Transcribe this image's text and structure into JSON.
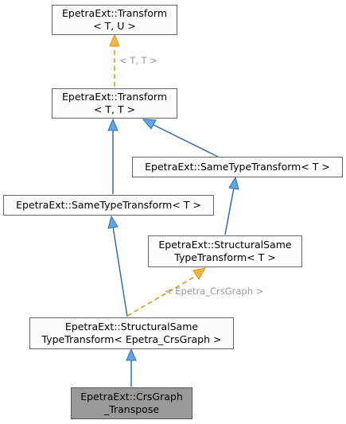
{
  "nodes": {
    "transform_tu": {
      "line1": "EpetraExt::Transform",
      "line2": "< T, U >"
    },
    "transform_tt": {
      "line1": "EpetraExt::Transform",
      "line2": "< T, T >"
    },
    "same_type_right": {
      "line1": "EpetraExt::SameTypeTransform< T >"
    },
    "same_type_left": {
      "line1": "EpetraExt::SameTypeTransform< T >"
    },
    "structural_same_t": {
      "line1": "EpetraExt::StructuralSame",
      "line2": "TypeTransform< T >"
    },
    "structural_same_crs": {
      "line1": "EpetraExt::StructuralSame",
      "line2": "TypeTransform< Epetra_CrsGraph >"
    },
    "crsgraph_transpose": {
      "line1": "EpetraExt::CrsGraph",
      "line2": "_Transpose"
    }
  },
  "edge_labels": {
    "tt_template": "< T, T >",
    "crs_template": "< Epetra_CrsGraph >"
  },
  "colors": {
    "inheritance_edge": "#2f6fb3",
    "inheritance_arrowhead": "#63a5e8",
    "template_edge": "#e69100",
    "template_arrowhead": "#f5b74a"
  }
}
